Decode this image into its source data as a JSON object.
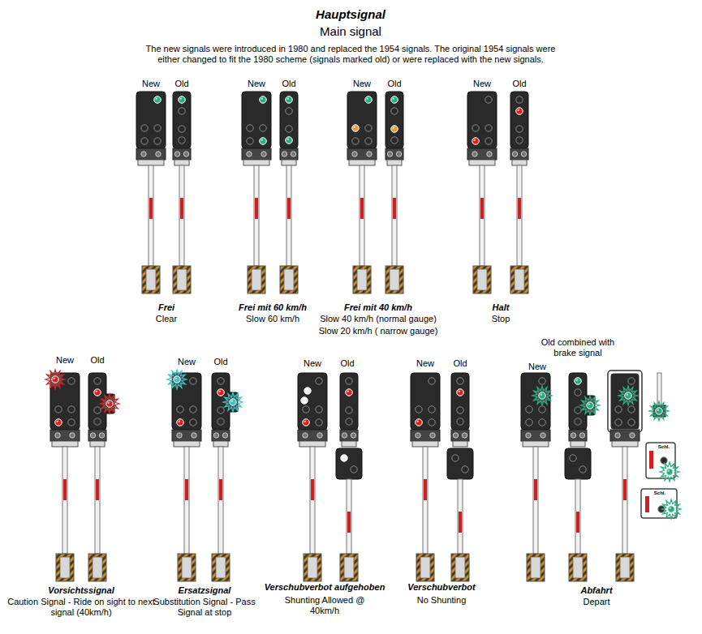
{
  "diagram": {
    "title": "Hauptsignal",
    "labels": [
      "Main signal",
      "The new signals were introduced in 1980 and replaced the 1954 signals. The original 1954 signals were either changed to fit the 1980 scheme (signals marked old) or were replaced with the new signals.",
      "New",
      "Old",
      "New",
      "Old",
      "New",
      "Old",
      "New",
      "Old",
      "Frei",
      "Clear",
      "Frei mit 60 km/h",
      "Slow 60 km/h",
      "Frei mit 40 km/h",
      "Slow 40 km/h (normal gauge)",
      "Slow 20 km/h ( narrow gauge)",
      "Halt",
      "Stop",
      "New",
      "Old",
      "New",
      "Old",
      "New",
      "Old",
      "New",
      "Old",
      "New",
      "Old combined with brake signal",
      "Schl.",
      "Schl.",
      "Vorsichtssignal",
      "Caution Signal - Ride on sight to next signal (40km/h)",
      "Ersatzsignal",
      "Substitution Signal - Pass Signal at stop",
      "Verschubverbot aufgehoben",
      "Shunting Allowed @ 40km/h",
      "Verschubverbot",
      "No Shunting",
      "Abfahrt",
      "Depart"
    ]
  }
}
